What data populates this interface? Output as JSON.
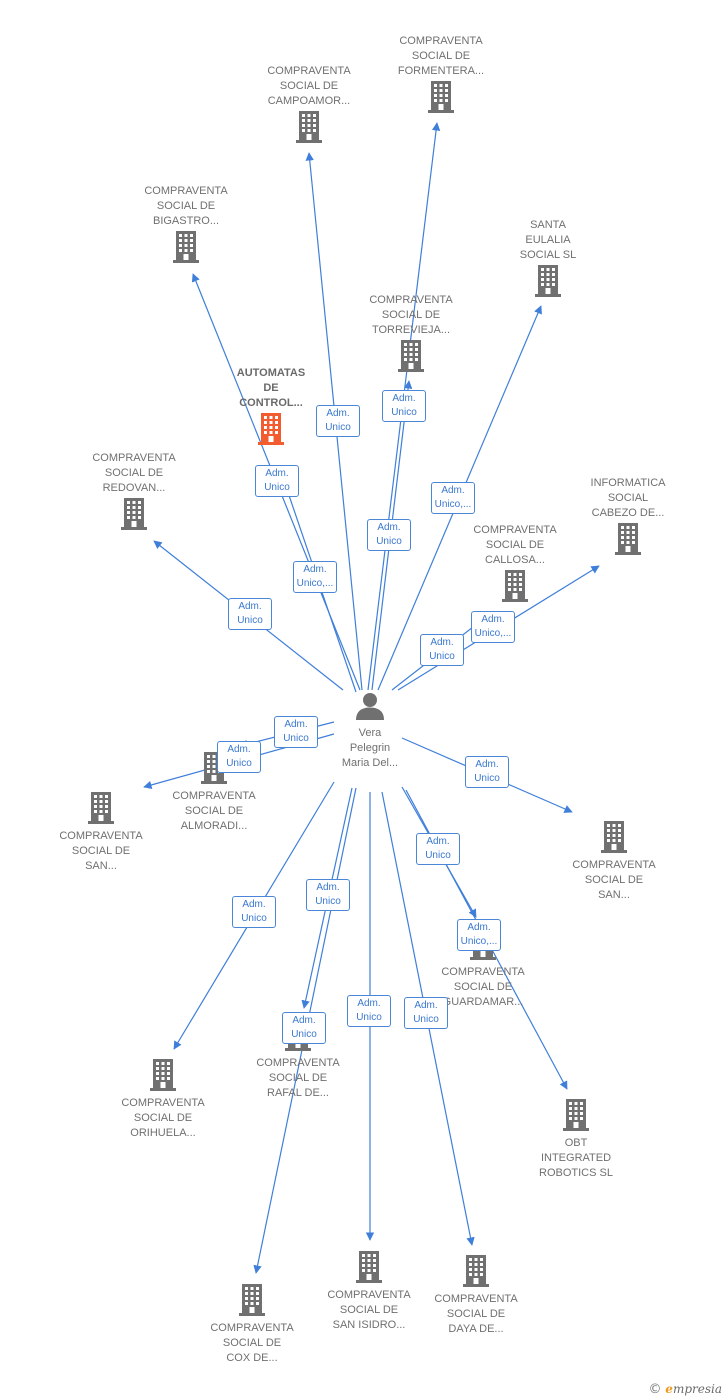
{
  "colors": {
    "edge": "#3f7fd9",
    "company_icon": "#707070",
    "highlight_icon": "#f25c2f",
    "person_icon": "#707070",
    "label_text": "#707070"
  },
  "person": {
    "name_lines": [
      "Vera",
      "Pelegrin",
      "Maria Del..."
    ],
    "icon": "person-icon"
  },
  "companies": [
    {
      "id": "formentera",
      "lines": [
        "COMPRAVENTA",
        "SOCIAL DE",
        "FORMENTERA..."
      ],
      "icon": "building-icon"
    },
    {
      "id": "campoamor",
      "lines": [
        "COMPRAVENTA",
        "SOCIAL DE",
        "CAMPOAMOR..."
      ],
      "icon": "building-icon"
    },
    {
      "id": "bigastro",
      "lines": [
        "COMPRAVENTA",
        "SOCIAL DE",
        "BIGASTRO..."
      ],
      "icon": "building-icon"
    },
    {
      "id": "santa-eulalia",
      "lines": [
        "SANTA",
        "EULALIA",
        "SOCIAL  SL"
      ],
      "icon": "building-icon"
    },
    {
      "id": "torrevieja",
      "lines": [
        "COMPRAVENTA",
        "SOCIAL DE",
        "TORREVIEJA..."
      ],
      "icon": "building-icon"
    },
    {
      "id": "automatas",
      "lines": [
        "AUTOMATAS",
        "DE",
        "CONTROL..."
      ],
      "icon": "building-icon",
      "highlight": true
    },
    {
      "id": "redovan",
      "lines": [
        "COMPRAVENTA",
        "SOCIAL DE",
        "REDOVAN..."
      ],
      "icon": "building-icon"
    },
    {
      "id": "informatica",
      "lines": [
        "INFORMATICA",
        "SOCIAL",
        "CABEZO DE..."
      ],
      "icon": "building-icon"
    },
    {
      "id": "callosa",
      "lines": [
        "COMPRAVENTA",
        "SOCIAL DE",
        "CALLOSA..."
      ],
      "icon": "building-icon"
    },
    {
      "id": "almoradi",
      "lines": [
        "COMPRAVENTA",
        "SOCIAL DE",
        "ALMORADI..."
      ],
      "icon": "building-icon"
    },
    {
      "id": "san-left",
      "lines": [
        "COMPRAVENTA",
        "SOCIAL DE",
        "SAN..."
      ],
      "icon": "building-icon"
    },
    {
      "id": "san-right",
      "lines": [
        "COMPRAVENTA",
        "SOCIAL DE",
        "SAN..."
      ],
      "icon": "building-icon"
    },
    {
      "id": "guardamar",
      "lines": [
        "COMPRAVENTA",
        "SOCIAL DE",
        "GUARDAMAR..."
      ],
      "icon": "building-icon"
    },
    {
      "id": "rafal",
      "lines": [
        "COMPRAVENTA",
        "SOCIAL DE",
        "RAFAL DE..."
      ],
      "icon": "building-icon"
    },
    {
      "id": "orihuela",
      "lines": [
        "COMPRAVENTA",
        "SOCIAL DE",
        "ORIHUELA..."
      ],
      "icon": "building-icon"
    },
    {
      "id": "obt",
      "lines": [
        "OBT",
        "INTEGRATED",
        "ROBOTICS  SL"
      ],
      "icon": "building-icon"
    },
    {
      "id": "cox",
      "lines": [
        "COMPRAVENTA",
        "SOCIAL DE",
        "COX DE..."
      ],
      "icon": "building-icon"
    },
    {
      "id": "san-isidro",
      "lines": [
        "COMPRAVENTA",
        "SOCIAL DE",
        "SAN ISIDRO..."
      ],
      "icon": "building-icon"
    },
    {
      "id": "daya",
      "lines": [
        "COMPRAVENTA",
        "SOCIAL DE",
        "DAYA DE..."
      ],
      "icon": "building-icon"
    }
  ],
  "relations": [
    {
      "target": "campoamor",
      "label": [
        "Adm.",
        "Unico"
      ]
    },
    {
      "target": "torrevieja",
      "label": [
        "Adm.",
        "Unico"
      ]
    },
    {
      "target": "automatas",
      "label": [
        "Adm.",
        "Unico"
      ]
    },
    {
      "target": "santa-eulalia",
      "label": [
        "Adm.",
        "Unico,..."
      ]
    },
    {
      "target": "formentera",
      "label": [
        "Adm.",
        "Unico"
      ]
    },
    {
      "target": "bigastro",
      "label": [
        "Adm.",
        "Unico,..."
      ]
    },
    {
      "target": "redovan",
      "label": [
        "Adm.",
        "Unico"
      ]
    },
    {
      "target": "informatica",
      "label": [
        "Adm.",
        "Unico,..."
      ]
    },
    {
      "target": "callosa",
      "label": [
        "Adm.",
        "Unico"
      ]
    },
    {
      "target": "almoradi",
      "label": [
        "Adm.",
        "Unico"
      ]
    },
    {
      "target": "san-left",
      "label": [
        "Adm.",
        "Unico"
      ]
    },
    {
      "target": "san-right",
      "label": [
        "Adm.",
        "Unico"
      ]
    },
    {
      "target": "guardamar",
      "label": [
        "Adm.",
        "Unico"
      ]
    },
    {
      "target": "obt",
      "label": [
        "Adm.",
        "Unico,..."
      ]
    },
    {
      "target": "orihuela",
      "label": [
        "Adm.",
        "Unico"
      ]
    },
    {
      "target": "rafal",
      "label": [
        "Adm.",
        "Unico"
      ]
    },
    {
      "target": "cox",
      "label": [
        "Adm.",
        "Unico"
      ]
    },
    {
      "target": "san-isidro",
      "label": [
        "Adm.",
        "Unico"
      ]
    },
    {
      "target": "daya",
      "label": [
        "Adm.",
        "Unico"
      ]
    }
  ],
  "footer": {
    "copyright_symbol": "©",
    "brand_initial": "e",
    "brand_rest": "mpresia"
  }
}
